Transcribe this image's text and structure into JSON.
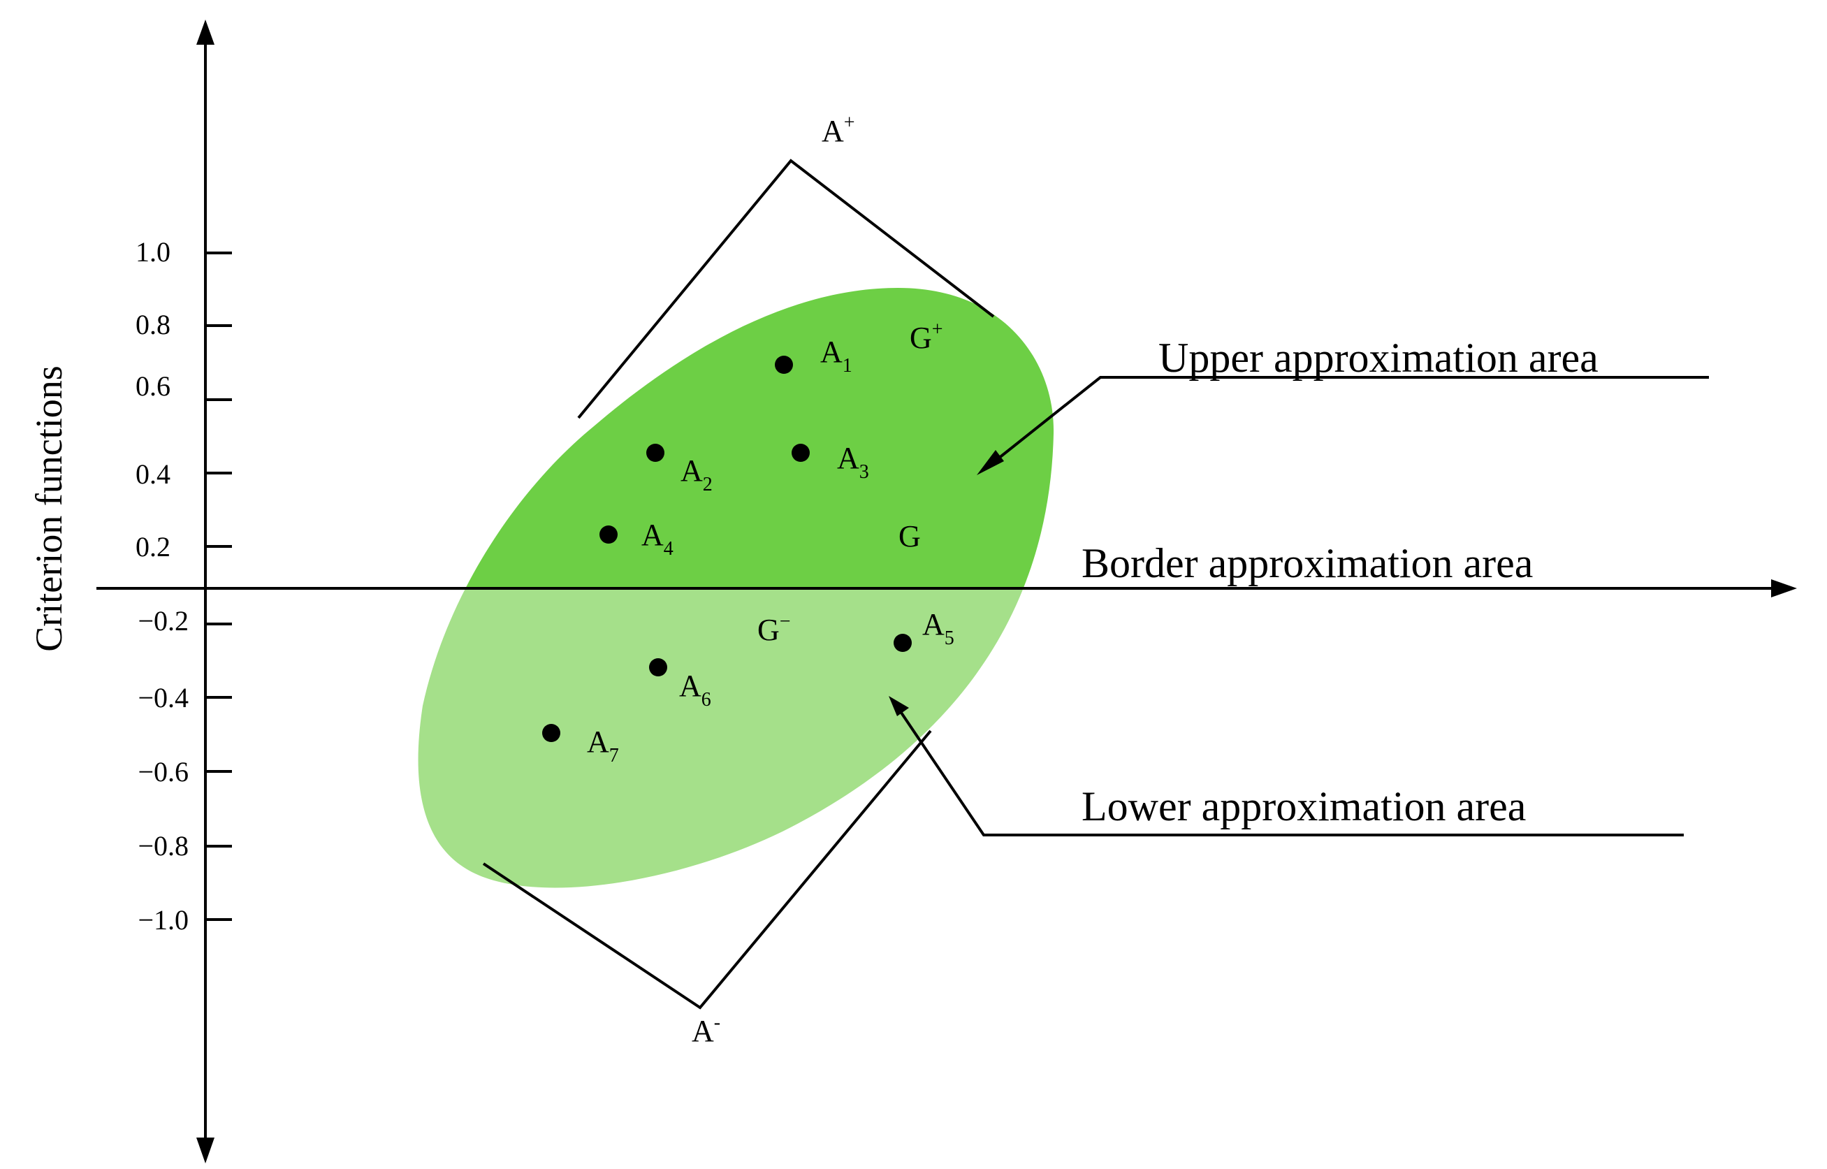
{
  "colors": {
    "upper_fill": "#6DCF45",
    "lower_fill": "#A5E08A",
    "stroke": "#000000",
    "background": "#FFFFFF"
  },
  "y_axis": {
    "label": "Criterion  functions",
    "ticks": [
      "1.0",
      "0.8",
      "0.6",
      "0.4",
      "0.2",
      "−0.2",
      "−0.4",
      "−0.6",
      "−0.8",
      "−1.0"
    ]
  },
  "alternatives": [
    {
      "base": "A",
      "sub": "1"
    },
    {
      "base": "A",
      "sub": "2"
    },
    {
      "base": "A",
      "sub": "3"
    },
    {
      "base": "A",
      "sub": "4"
    },
    {
      "base": "A",
      "sub": "5"
    },
    {
      "base": "A",
      "sub": "6"
    },
    {
      "base": "A",
      "sub": "7"
    }
  ],
  "ideal": {
    "base": "A",
    "sup": "+"
  },
  "anti_ideal": {
    "base": "A",
    "sup": "-"
  },
  "region_labels": {
    "g_plus": {
      "base": "G",
      "sup": "+"
    },
    "g": "G",
    "g_minus": {
      "base": "G",
      "sup": "−"
    }
  },
  "annotations": {
    "upper": "Upper approximation area",
    "border": "Border approximation area",
    "lower": "Lower approximation area"
  }
}
